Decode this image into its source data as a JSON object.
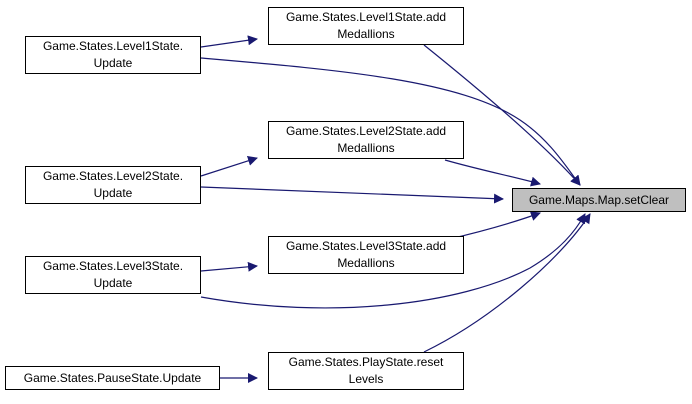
{
  "graph": {
    "target": {
      "id": "setclear",
      "lines": [
        "Game.Maps.Map.setClear"
      ]
    },
    "nodes": [
      {
        "id": "l1update",
        "lines": [
          "Game.States.Level1State.",
          "Update"
        ]
      },
      {
        "id": "l1add",
        "lines": [
          "Game.States.Level1State.add",
          "Medallions"
        ]
      },
      {
        "id": "l2update",
        "lines": [
          "Game.States.Level2State.",
          "Update"
        ]
      },
      {
        "id": "l2add",
        "lines": [
          "Game.States.Level2State.add",
          "Medallions"
        ]
      },
      {
        "id": "l3update",
        "lines": [
          "Game.States.Level3State.",
          "Update"
        ]
      },
      {
        "id": "l3add",
        "lines": [
          "Game.States.Level3State.add",
          "Medallions"
        ]
      },
      {
        "id": "pauseupdate",
        "lines": [
          "Game.States.PauseState.Update"
        ]
      },
      {
        "id": "resetlevels",
        "lines": [
          "Game.States.PlayState.reset",
          "Levels"
        ]
      }
    ],
    "edges": [
      {
        "from": "l1update",
        "to": "l1add"
      },
      {
        "from": "l1update",
        "to": "setclear"
      },
      {
        "from": "l1add",
        "to": "setclear"
      },
      {
        "from": "l2update",
        "to": "l2add"
      },
      {
        "from": "l2update",
        "to": "setclear"
      },
      {
        "from": "l2add",
        "to": "setclear"
      },
      {
        "from": "l3update",
        "to": "l3add"
      },
      {
        "from": "l3update",
        "to": "setclear"
      },
      {
        "from": "l3add",
        "to": "setclear"
      },
      {
        "from": "pauseupdate",
        "to": "resetlevels"
      },
      {
        "from": "resetlevels",
        "to": "setclear"
      }
    ],
    "colors": {
      "edge": "#191970",
      "border": "#000000",
      "highlight_fill": "#bfbfbf"
    }
  }
}
